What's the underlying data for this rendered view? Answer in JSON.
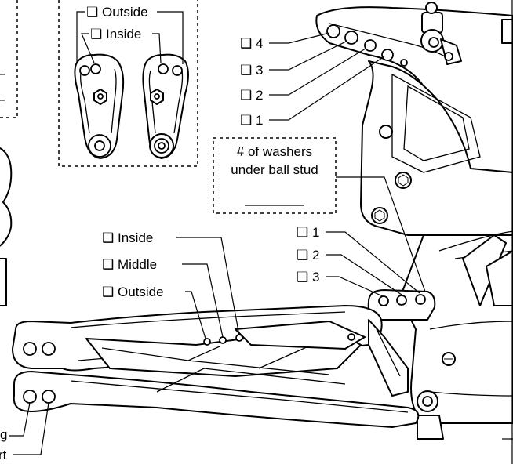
{
  "checkbox_glyph": "❑",
  "steering_block": {
    "options": [
      {
        "key": "outside",
        "label": "Outside"
      },
      {
        "key": "inside",
        "label": "Inside"
      }
    ]
  },
  "ball_stud": {
    "washer_positions": [
      "4",
      "3",
      "2",
      "1"
    ],
    "note_line1": "# of washers",
    "note_line2": "under ball stud"
  },
  "shock_tower_holes": [
    "1",
    "2",
    "3"
  ],
  "arm_holes": {
    "options": [
      {
        "key": "inside",
        "label": "Inside"
      },
      {
        "key": "middle",
        "label": "Middle"
      },
      {
        "key": "outside",
        "label": "Outside"
      }
    ]
  },
  "partial_labels": {
    "upper": "g",
    "lower": "rt"
  },
  "colors": {
    "line": "#000000",
    "background": "#ffffff"
  }
}
